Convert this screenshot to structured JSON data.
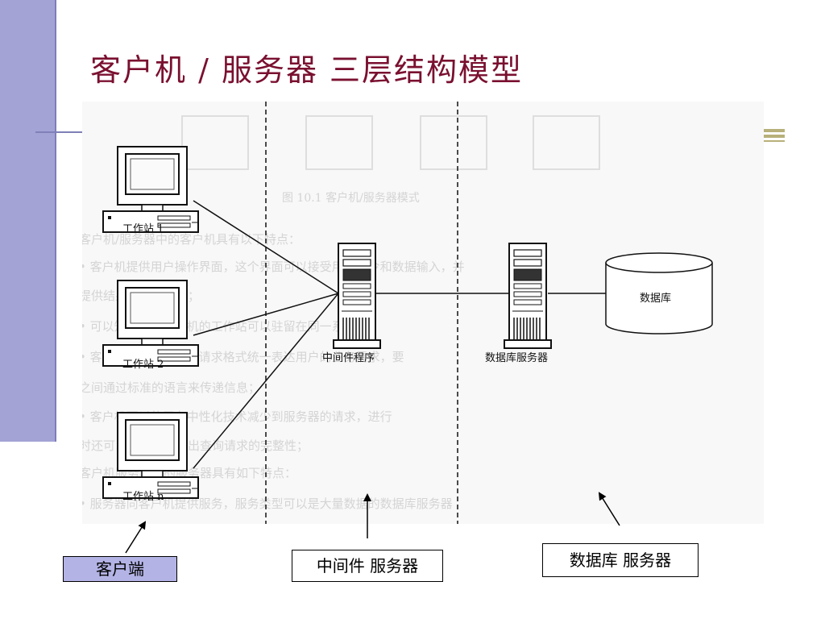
{
  "slide": {
    "title": "客户机 / 服务器 三层结构模型"
  },
  "figure": {
    "workstations": [
      "工作站 1",
      "工作站 2",
      "工作站 n"
    ],
    "middleware_label": "中间件程序",
    "db_server_label": "数据库服务器",
    "database_label": "数据库",
    "background_lines": [
      "客户机/服务器中的客户机具有以下特点：",
      "• 客户机提供用户操作界面，这个界面可以接受用户命令和数据输入，并",
      "提供结果报告显示等；",
      "• 可以知道多个客户机的工作站可以驻留在同一系统中；",
      "• 客户机使用规定好的请求格式统一表达用户的业务需求，要",
      "之间通过标准的语言来传递信息；",
      "• 客户机可以使用在中性化技术减少到服务器的请求，进行",
      "时还可以检查用户发出查询请求的完整性；",
      "客户机服务器中的服务器具有如下特点：",
      "• 服务器向客户机提供服务，服务类型可以是大量数据的数据库服务器"
    ],
    "background_caption": "图 10.1  客户机/服务器模式"
  },
  "labels": {
    "client": "客户端",
    "middleware_server": "中间件 服务器",
    "db_server": "数据库 服务器"
  }
}
